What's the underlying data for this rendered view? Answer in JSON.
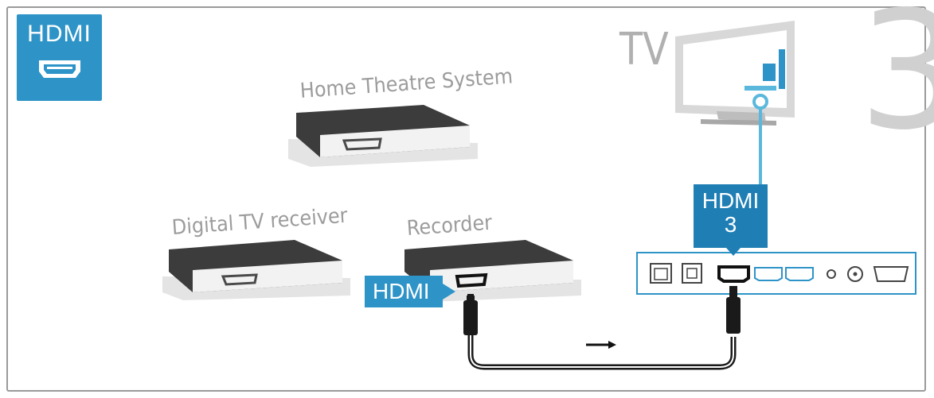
{
  "badge": {
    "label": "HDMI",
    "icon": "hdmi-port-icon"
  },
  "step_number": "3",
  "tv": {
    "label": "TV"
  },
  "devices": {
    "home_theatre": "Home Theatre System",
    "digital_tv_receiver": "Digital TV receiver",
    "recorder": "Recorder"
  },
  "recorder_port_tag": "HDMI",
  "tv_port_tag": {
    "line1": "HDMI",
    "line2": "3"
  },
  "colors": {
    "accent": "#2e94c8",
    "cable": "#1a1a1a",
    "device": "#4a4a4a",
    "connector_line": "#5ab8dc"
  }
}
